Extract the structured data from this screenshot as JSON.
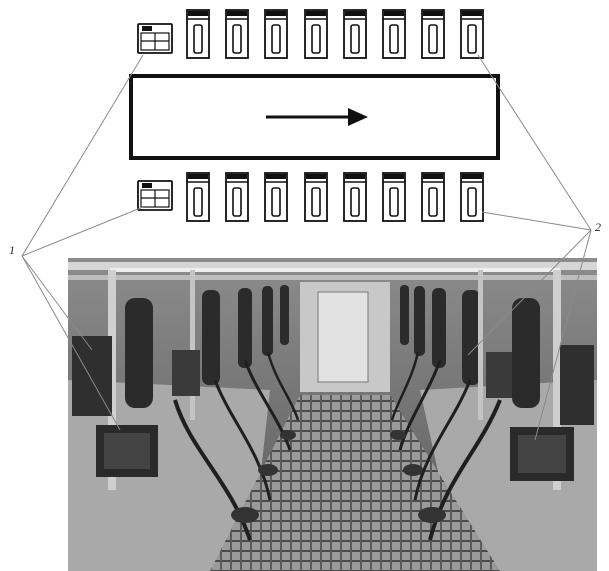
{
  "callouts": {
    "controller_units": "1",
    "milking_units": "2"
  },
  "colors": {
    "line": "#111111",
    "leader": "#8a8a8a",
    "photo_dark": "#2a2a2a",
    "photo_mid": "#7a7a7a",
    "photo_light": "#d0d0d0"
  },
  "schematic": {
    "top_row_units": 8,
    "bottom_row_units": 8,
    "flow_direction": "right"
  },
  "photo": {
    "icons": [
      "milking-parlor-photo"
    ]
  }
}
